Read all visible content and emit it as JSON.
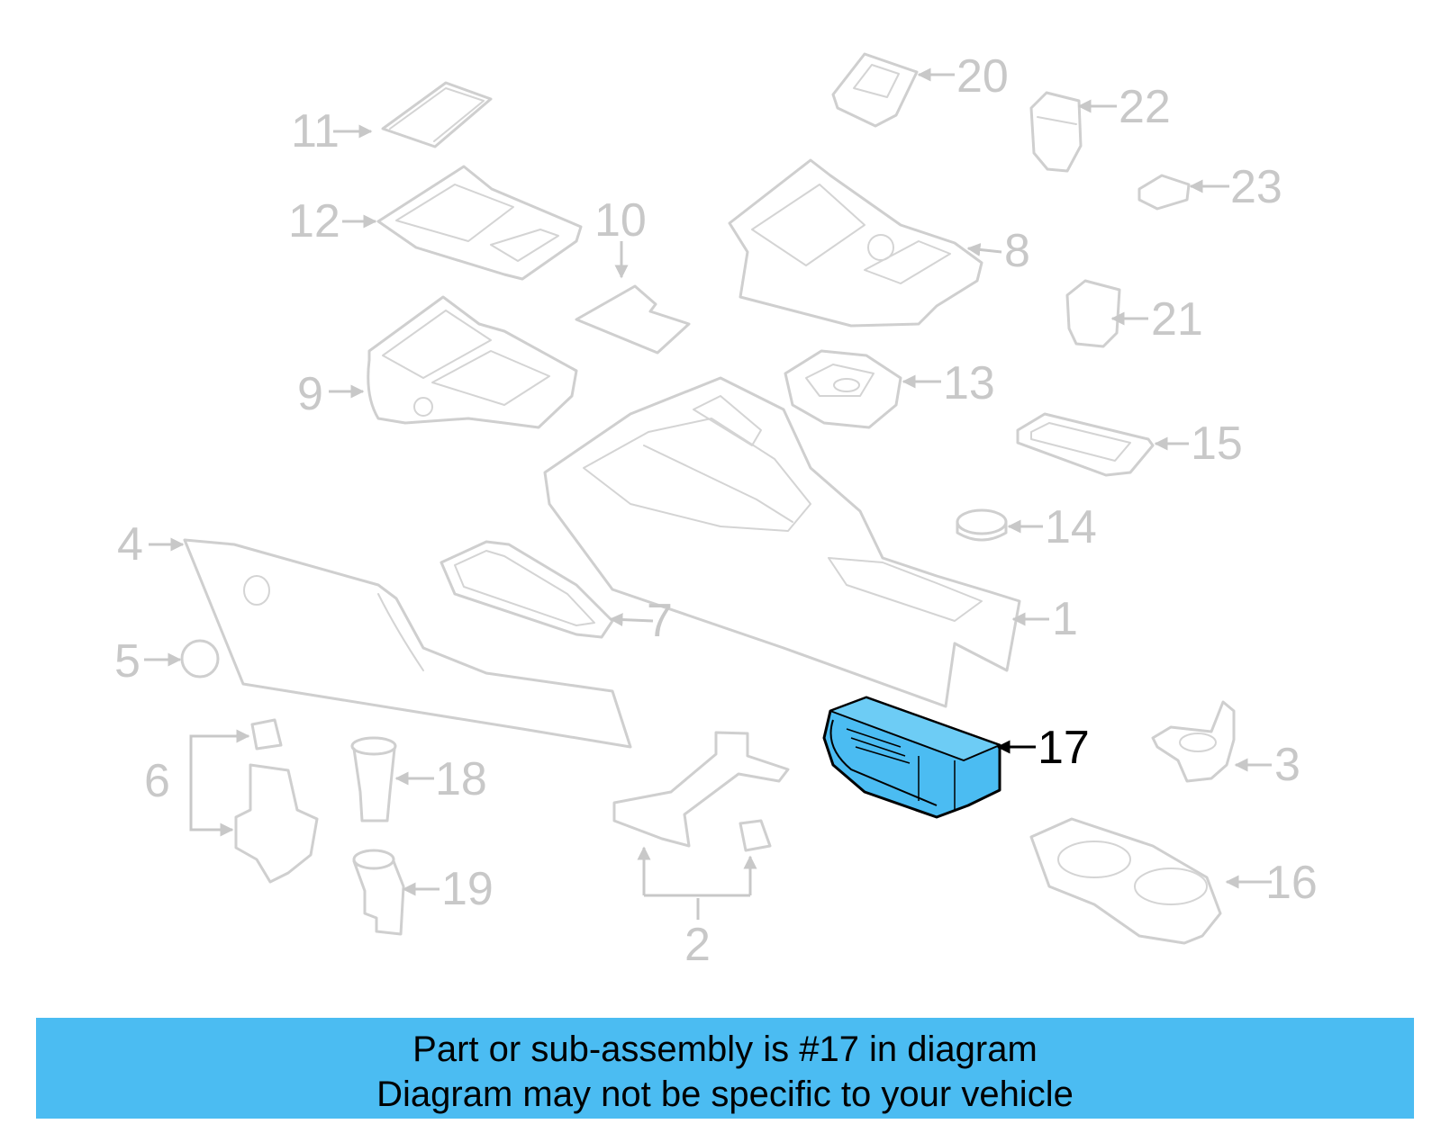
{
  "callouts": {
    "c1": "1",
    "c2": "2",
    "c3": "3",
    "c4": "4",
    "c5": "5",
    "c6": "6",
    "c7": "7",
    "c8": "8",
    "c9": "9",
    "c10": "10",
    "c11": "11",
    "c12": "12",
    "c13": "13",
    "c14": "14",
    "c15": "15",
    "c16": "16",
    "c17": "17",
    "c18": "18",
    "c19": "19",
    "c20": "20",
    "c21": "21",
    "c22": "22",
    "c23": "23"
  },
  "highlight": {
    "part": "17",
    "fill_color": "#4bbcf2",
    "outline_color": "#000000"
  },
  "colors": {
    "banner": "#4bbcf2",
    "part_outline": "#cfcfcf",
    "callout_text": "#c8c8c8"
  },
  "banner": {
    "line1": "Part or sub-assembly is #17 in diagram",
    "line2": "Diagram may not be specific to your vehicle"
  }
}
